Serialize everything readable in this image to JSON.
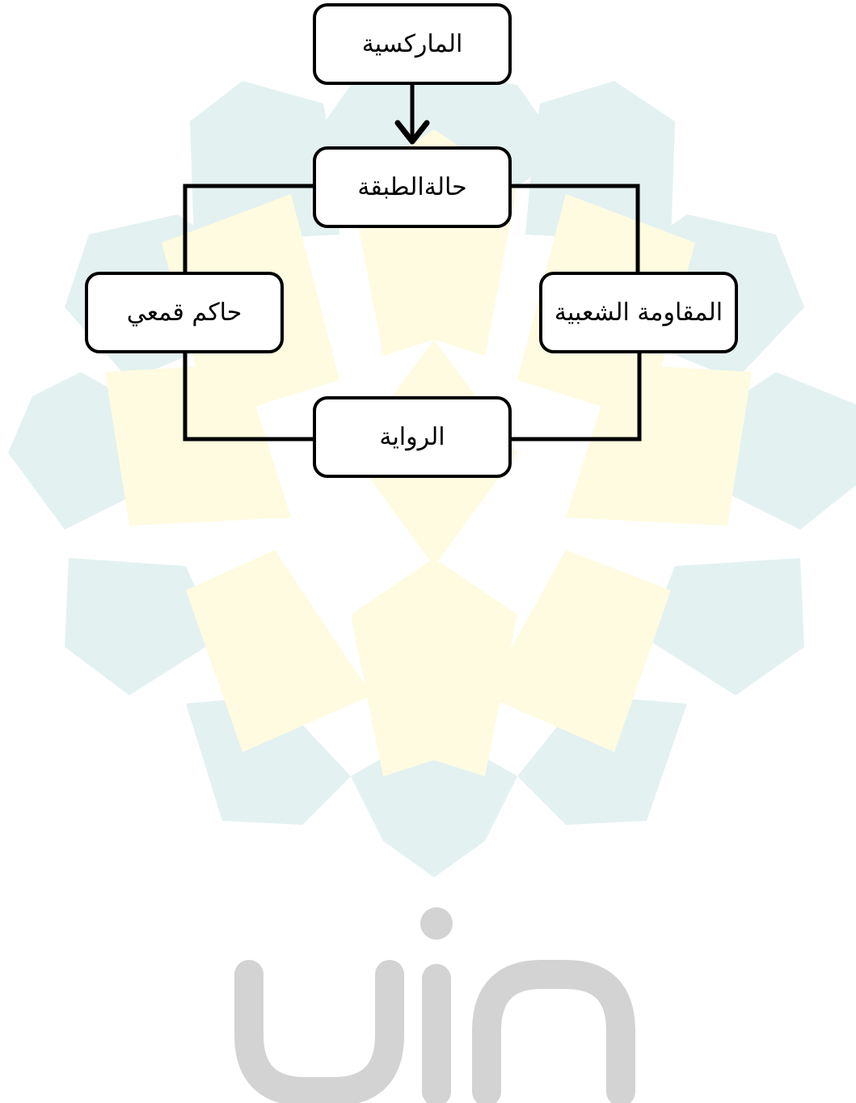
{
  "watermark": {
    "logo_text": "uin",
    "colors": {
      "teal": "#e3f1f1",
      "yellow": "#fffbe0",
      "gray": "#d3d3d3"
    }
  },
  "diagram": {
    "nodes": {
      "marxism": "الماركسية",
      "class_condition": "حالةالطبقة",
      "oppressive_ruler": "حاكم قمعي",
      "popular_resistance": "المقاومة الشعبية",
      "novel": "الرواية"
    },
    "edges": [
      {
        "from": "marxism",
        "to": "class_condition",
        "arrow": true
      },
      {
        "from": "class_condition",
        "to": "oppressive_ruler",
        "arrow": false
      },
      {
        "from": "class_condition",
        "to": "popular_resistance",
        "arrow": false
      },
      {
        "from": "oppressive_ruler",
        "to": "novel",
        "arrow": false
      },
      {
        "from": "popular_resistance",
        "to": "novel",
        "arrow": false
      }
    ],
    "colors": {
      "stroke": "#000000",
      "box_fill": "#ffffff",
      "text": "#000000"
    }
  }
}
